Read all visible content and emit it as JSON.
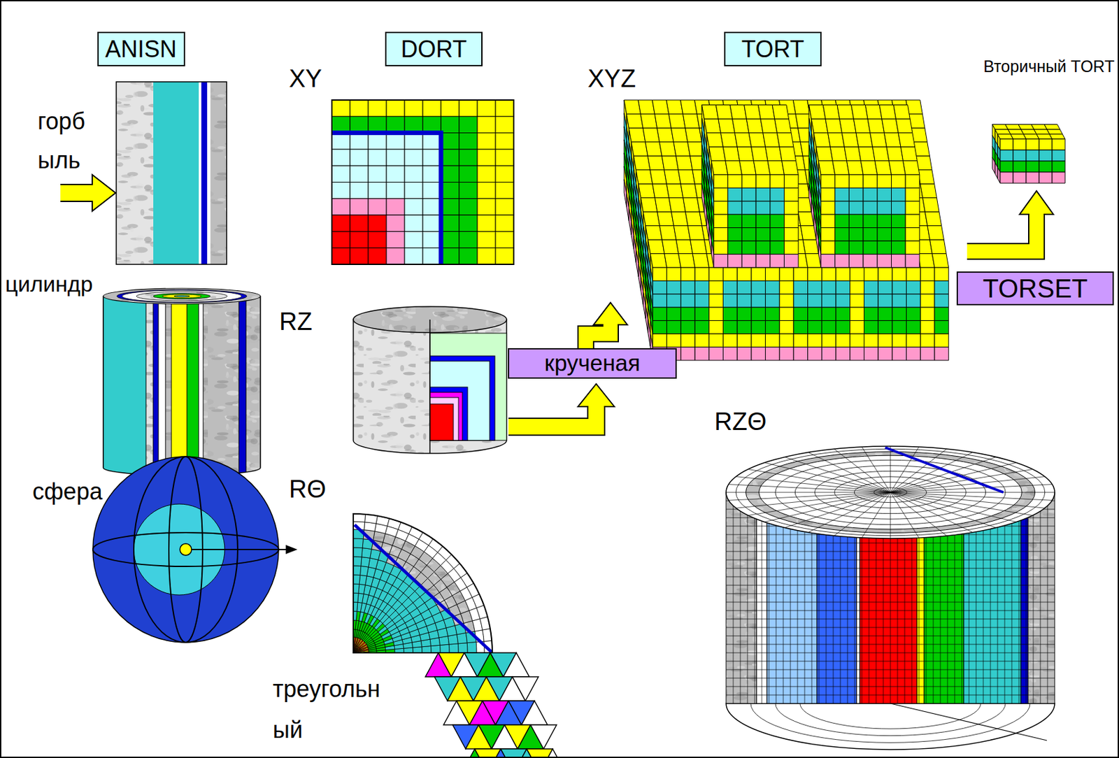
{
  "diagram": {
    "nodes": [
      {
        "text": [
          "ANISN"
        ]
      },
      {
        "text": [
          "DORT"
        ]
      },
      {
        "text": [
          "TORT"
        ]
      },
      {
        "text": [
          "крученая"
        ]
      },
      {
        "text": [
          "TORSET"
        ]
      }
    ],
    "labels": [
      "XY",
      "XYZ",
      "Вторичный TORT",
      "горб ыль",
      "цилиндр",
      "RZ",
      "сфера",
      "RΘ",
      "треугольн ый",
      "RZΘ"
    ]
  }
}
